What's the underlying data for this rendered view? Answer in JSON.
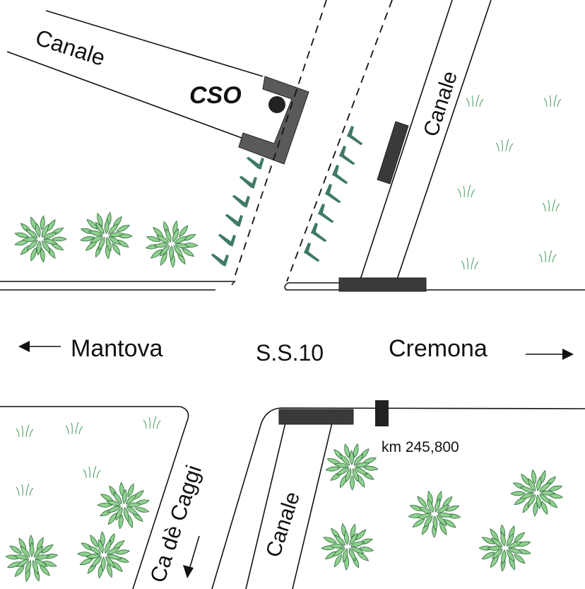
{
  "labels": {
    "canal_top_left": "Canale",
    "canal_right": "Canale",
    "canal_bottom": "Canale",
    "cso": "CSO",
    "mantova": "Mantova",
    "road": "S.S.10",
    "cremona": "Cremona",
    "ca_de_caggi": "Ca dè Caggi",
    "km_marker": "km 245,800"
  },
  "colors": {
    "bush_fill": "#8fd08f",
    "bush_stroke": "#2f6b3a",
    "tree_mark": "#3f7a66",
    "structure": "#555555",
    "grass": "#3f9a5a"
  },
  "icons": [
    "arrow-left-icon",
    "arrow-right-icon",
    "arrow-down-icon",
    "bush-icon",
    "grass-icon",
    "tree-mark-icon"
  ]
}
